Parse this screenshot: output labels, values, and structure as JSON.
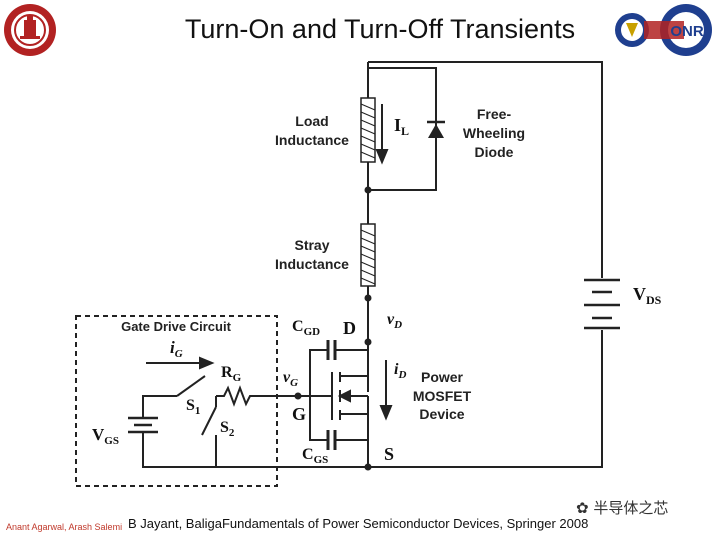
{
  "slide": {
    "title": "Turn-On and Turn-Off Transients",
    "authors": "Anant Agarwal, Arash Salemi",
    "reference": "B Jayant, BaligaFundamentals of Power Semiconductor Devices, Springer 2008",
    "watermark": "半导体之芯"
  },
  "logos": {
    "left": "university-seal",
    "right": "office-of-naval-research-seal",
    "right_text": "ONR"
  },
  "diagram": {
    "load_inductance": [
      "Load",
      "Inductance"
    ],
    "load_current": "I",
    "load_current_sub": "L",
    "diode_label": [
      "Free-",
      "Wheeling",
      "Diode"
    ],
    "stray_inductance": [
      "Stray",
      "Inductance"
    ],
    "supply": "V",
    "supply_sub": "DS",
    "gate_box_title": "Gate Drive Circuit",
    "gate_current": "i",
    "gate_current_sub": "G",
    "gate_resistor": "R",
    "gate_resistor_sub": "G",
    "switch1": "S",
    "switch1_sub": "1",
    "switch2": "S",
    "switch2_sub": "2",
    "gate_supply": "V",
    "gate_supply_sub": "GS",
    "gate_voltage": "v",
    "gate_voltage_sub": "G",
    "gate_terminal": "G",
    "drain_terminal": "D",
    "source_terminal": "S",
    "cgd": "C",
    "cgd_sub": "GD",
    "cgs": "C",
    "cgs_sub": "GS",
    "drain_voltage": "v",
    "drain_voltage_sub": "D",
    "drain_current": "i",
    "drain_current_sub": "D",
    "device_label": [
      "Power",
      "MOSFET",
      "Device"
    ]
  },
  "colors": {
    "wire": "#222222",
    "seal_red": "#b22222",
    "onr_blue": "#1f3f8f",
    "author_red": "#c0392b"
  }
}
